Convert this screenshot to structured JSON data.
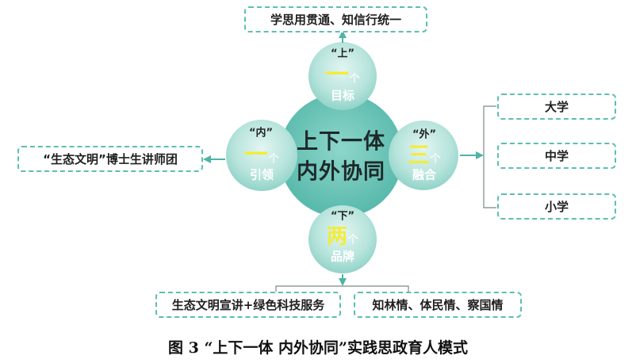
{
  "center": {
    "line1": "上下一体",
    "line2": "内外协同"
  },
  "top": {
    "quote": "“上”",
    "number": "一",
    "unit": "个",
    "label": "目标",
    "box": "学思用贯通、知信行统一"
  },
  "left": {
    "quote": "“内”",
    "number": "一",
    "unit": "个",
    "label": "引领",
    "box": "“生态文明”博士生讲师团"
  },
  "right": {
    "quote": "“外”",
    "number": "三",
    "unit": "个",
    "label": "融合",
    "boxes": [
      "大学",
      "中学",
      "小学"
    ]
  },
  "bottom": {
    "quote": "“下”",
    "number": "两",
    "unit": "个",
    "label": "品牌",
    "boxes": [
      "生态文明宣讲+绿色科技服务",
      "知林情、体民情、察国情"
    ]
  },
  "caption": "图 3 “上下一体  内外协同”实践思政育人模式",
  "colors": {
    "teal_main": "#5fbfb0",
    "teal_light": "#c8ebe4",
    "arrow": "#4fb3a6",
    "highlight_yellow": "#f3ec3a"
  }
}
